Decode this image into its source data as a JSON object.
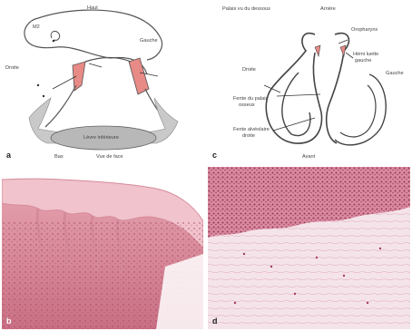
{
  "figure": {
    "panel_a": {
      "letter": "a",
      "labels": {
        "haut": "Haut",
        "m2": "M2",
        "gauche": "Gauche",
        "droite": "Droite",
        "levre": "Lèvre inférieure",
        "bas": "Bas",
        "vue": "Vue de face"
      }
    },
    "panel_c": {
      "letter": "c",
      "labels": {
        "palais": "Palais vu du dessous",
        "arriere": "Arrière",
        "oropharynx": "Oropharynx",
        "hemi_luette_1": "Hémi luette",
        "hemi_luette_2": "gauche",
        "gauche": "Gauche",
        "droite": "Droite",
        "fente_palais_1": "Fente du palais",
        "fente_palais_2": "osseux",
        "fente_alv_1": "Fente alvéolaire",
        "fente_alv_2": "droite",
        "avant": "Avant"
      }
    },
    "panel_b": {
      "letter": "b"
    },
    "panel_d": {
      "letter": "d"
    }
  }
}
